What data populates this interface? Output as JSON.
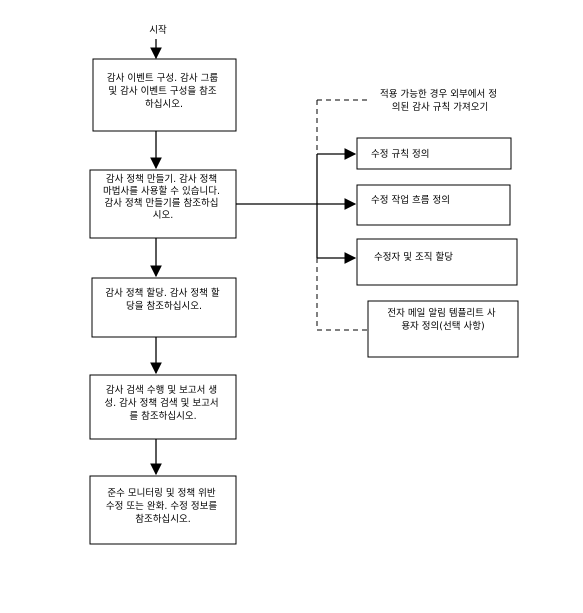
{
  "start_label": "시작",
  "main_steps": [
    {
      "lines": [
        "감사 이벤트 구성. 감사 그룹",
        "및 감사 이벤트 구성을 참조",
        "하십시오."
      ]
    },
    {
      "lines": [
        "감사 정책 만들기. 감사 정책",
        "마법사를 사용할 수 있습니다.",
        "감사 정책 만들기를 참조하십",
        "시오."
      ]
    },
    {
      "lines": [
        "감사 정책 할당. 감사 정책 할",
        "당을 참조하십시오."
      ]
    },
    {
      "lines": [
        "감사 검색 수행 및 보고서 생",
        "성. 감사 정책 검색 및 보고서",
        "를 참조하십시오."
      ]
    },
    {
      "lines": [
        "준수 모니터링 및 정책 위반",
        "수정 또는 완화. 수정 정보를",
        "참조하십시오."
      ]
    }
  ],
  "side_steps": [
    {
      "lines": [
        "적용 가능한 경우 외부에서 정",
        "의된 감사 규칙 가져오기"
      ],
      "style": "dashed"
    },
    {
      "lines": [
        "수정 규칙 정의"
      ],
      "style": "solid"
    },
    {
      "lines": [
        "수정 작업 흐름 정의"
      ],
      "style": "solid"
    },
    {
      "lines": [
        "수정자 및 조직 할당"
      ],
      "style": "solid"
    },
    {
      "lines": [
        "전자 메일 알림 템플리트 사",
        "용자 정의(선택 사항)"
      ],
      "style": "dashed"
    }
  ],
  "colors": {
    "stroke": "#000000",
    "fill": "#ffffff"
  }
}
